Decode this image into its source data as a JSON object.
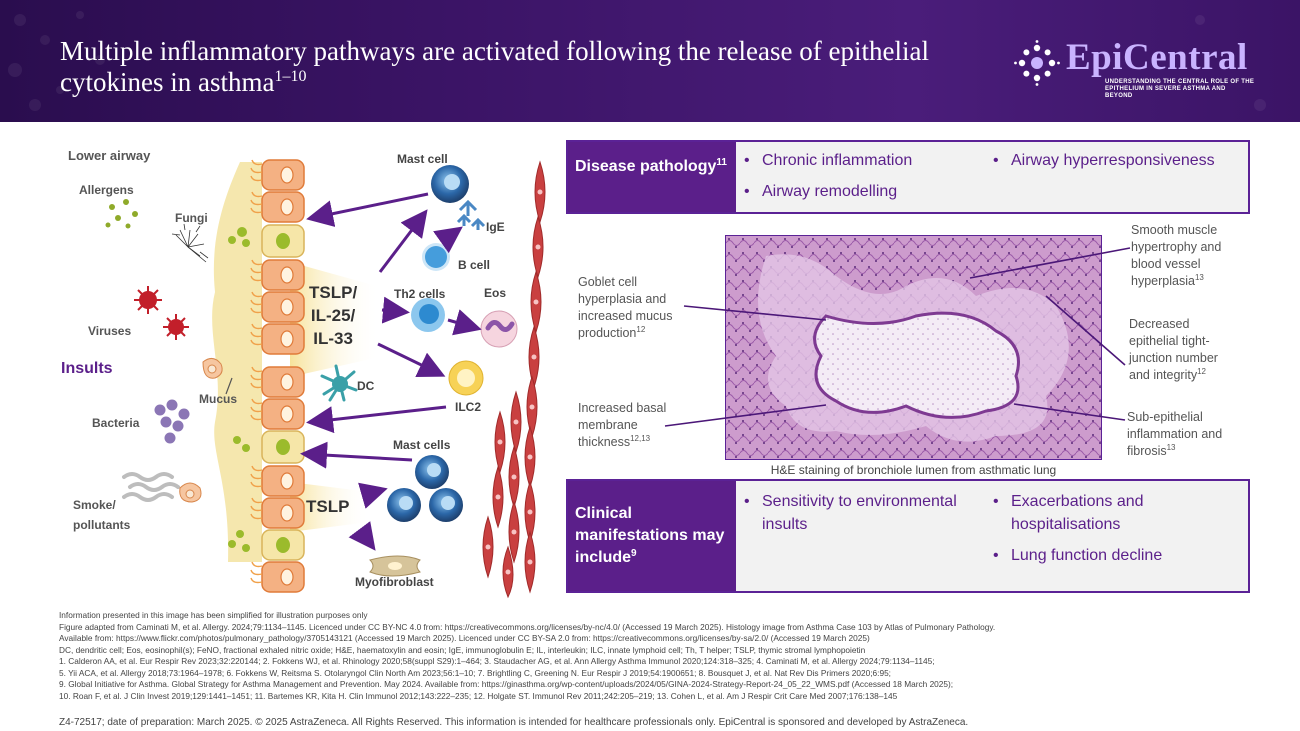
{
  "header": {
    "title": "Multiple inflammatory pathways are activated following the release of epithelial cytokines in asthma",
    "title_refs": "1–10",
    "brand": {
      "name": "EpiCentral",
      "tagline_line1": "UNDERSTANDING THE CENTRAL ROLE OF THE",
      "tagline_line2": "EPITHELIUM IN SEVERE ASTHMA AND BEYOND"
    }
  },
  "diagram": {
    "lower_airway": "Lower airway",
    "insults": "Insults",
    "allergens": "Allergens",
    "fungi": "Fungi",
    "viruses": "Viruses",
    "bacteria": "Bacteria",
    "smoke_line1": "Smoke/",
    "smoke_line2": "pollutants",
    "mucus": "Mucus",
    "cytokines": [
      "TSLP/",
      "IL-25/",
      "IL-33"
    ],
    "tslp": "TSLP",
    "mast_cell": "Mast cell",
    "mast_cells": "Mast cells",
    "ige": "IgE",
    "b_cell": "B cell",
    "th2_cells": "Th2 cells",
    "eos": "Eos",
    "dc": "DC",
    "ilc2": "ILC2",
    "myofibroblast": "Myofibroblast"
  },
  "disease_panel": {
    "heading": "Disease pathology",
    "ref": "11",
    "bullets": [
      "Chronic inflammation",
      "Airway remodelling",
      "Airway hyperresponsiveness"
    ]
  },
  "histology": {
    "caption": "H&E staining of bronchiole lumen from asthmatic lung",
    "labels": [
      {
        "lines": [
          "Goblet cell",
          "hyperplasia and",
          "increased mucus",
          "production"
        ],
        "ref": "12"
      },
      {
        "lines": [
          "Increased basal",
          "membrane",
          "thickness"
        ],
        "ref": "12,13"
      },
      {
        "lines": [
          "Smooth muscle",
          "hypertrophy and",
          "blood vessel",
          "hyperplasia"
        ],
        "ref": "13"
      },
      {
        "lines": [
          "Decreased",
          "epithelial tight-",
          "junction number",
          "and integrity"
        ],
        "ref": "12"
      },
      {
        "lines": [
          "Sub-epithelial",
          "inflammation and",
          "fibrosis"
        ],
        "ref": "13"
      }
    ]
  },
  "clinical_panel": {
    "heading": "Clinical manifestations may include",
    "ref": "9",
    "bullets": [
      "Sensitivity to environmental insults",
      "Exacerbations and hospitalisations",
      "Lung function decline"
    ]
  },
  "footnotes": [
    "Information presented in this image has been simplified for illustration purposes only",
    "Figure adapted from Caminati M, et al. Allergy. 2024;79:1134–1145. Licenced under CC BY-NC 4.0 from: https://creativecommons.org/licenses/by-nc/4.0/ (Accessed 19 March 2025). Histology image from Asthma Case 103 by Atlas of Pulmonary Pathology.",
    "Available from: https://www.flickr.com/photos/pulmonary_pathology/3705143121 (Accessed 19 March 2025). Licenced under CC BY-SA 2.0 from: https://creativecommons.org/licenses/by-sa/2.0/ (Accessed 19 March 2025)",
    "DC, dendritic cell; Eos, eosinophil(s); FeNO, fractional exhaled nitric oxide; H&E, haematoxylin and eosin; IgE, immunoglobulin E; IL, interleukin; ILC, innate lymphoid cell; Th, T helper; TSLP, thymic stromal lymphopoietin",
    "1. Calderon AA, et al. Eur Respir Rev 2023;32:220144; 2. Fokkens WJ, et al. Rhinology 2020;58(suppl S29):1–464; 3. Staudacher AG, et al. Ann Allergy Asthma Immunol 2020;124:318–325; 4. Caminati M, et al. Allergy 2024;79:1134–1145;",
    "5. Yii ACA, et al. Allergy 2018;73:1964–1978; 6. Fokkens W, Reitsma S. Otolaryngol Clin North Am 2023;56:1–10; 7. Brightling C, Greening N. Eur Respir J 2019;54:1900651; 8. Bousquet J, et al. Nat Rev Dis Primers 2020;6:95;",
    "9. Global Initiative for Asthma. Global Strategy for Asthma Management and Prevention. May 2024. Available from: https://ginasthma.org/wp-content/uploads/2024/05/GINA-2024-Strategy-Report-24_05_22_WMS.pdf (Accessed 18 March 2025);",
    "10. Roan F, et al. J Clin Invest 2019;129:1441–1451; 11. Bartemes KR, Kita H. Clin Immunol 2012;143:222–235; 12. Holgate ST. Immunol Rev 2011;242:205–219; 13. Cohen L, et al. Am J Respir Crit Care Med 2007;176:138–145"
  ],
  "legal": "Z4-72517; date of preparation: March 2025. © 2025 AstraZeneca. All Rights Reserved. This information is intended for healthcare professionals only. EpiCentral is sponsored and developed by AstraZeneca.",
  "colors": {
    "purple": "#5b1f8a",
    "header_dark": "#2a0d4e",
    "epithelium": "#f4b183",
    "mucus": "#f3e3a0",
    "smooth_muscle": "#c94040"
  }
}
